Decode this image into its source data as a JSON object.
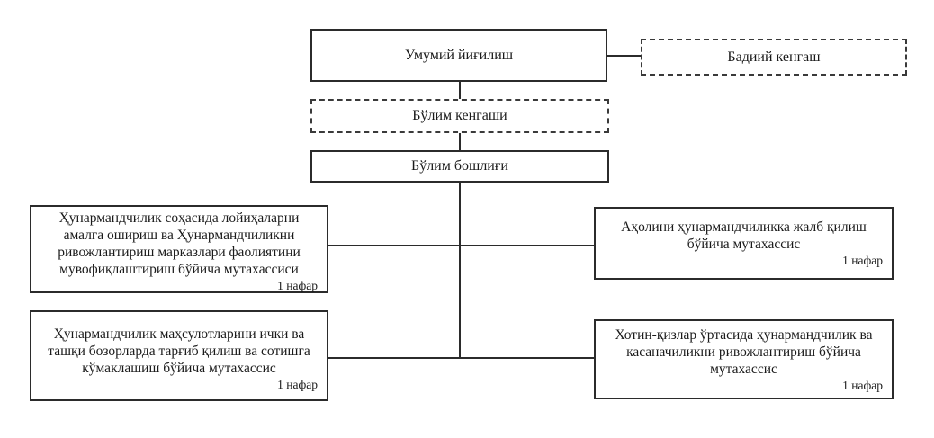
{
  "nodes": {
    "general_assembly": "Умумий йиғилиш",
    "art_council": "Бадиий кенгаш",
    "department_council": "Бўлим кенгаши",
    "department_head": "Бўлим бошлиғи",
    "left_1": {
      "lines": [
        "Ҳунармандчилик соҳасида лойиҳаларни",
        "амалга ошириш ва Ҳунармандчиликни",
        "ривожлантириш марказлари фаолиятини",
        "мувофиқлаштириш бўйича мутахассиси"
      ],
      "count": "1 нафар"
    },
    "right_1": {
      "lines": [
        "Аҳолини ҳунармандчиликка жалб қилиш",
        "бўйича мутахассис"
      ],
      "count": "1 нафар"
    },
    "left_2": {
      "lines": [
        "Ҳунармандчилик маҳсулотларини ички ва",
        "ташқи бозорларда тарғиб қилиш ва сотишга",
        "кўмаклашиш бўйича мутахассис"
      ],
      "count": "1 нафар"
    },
    "right_2": {
      "lines": [
        "Хотин-қизлар ўртасида ҳунармандчилик ва",
        "касаначиликни ривожлантириш бўйича",
        "мутахассис"
      ],
      "count": "1 нафар"
    }
  },
  "node_styles": {
    "general_assembly": "solid",
    "art_council": "dashed",
    "department_council": "dashed",
    "department_head": "solid",
    "left_1": "solid",
    "right_1": "solid",
    "left_2": "solid",
    "right_2": "solid"
  }
}
